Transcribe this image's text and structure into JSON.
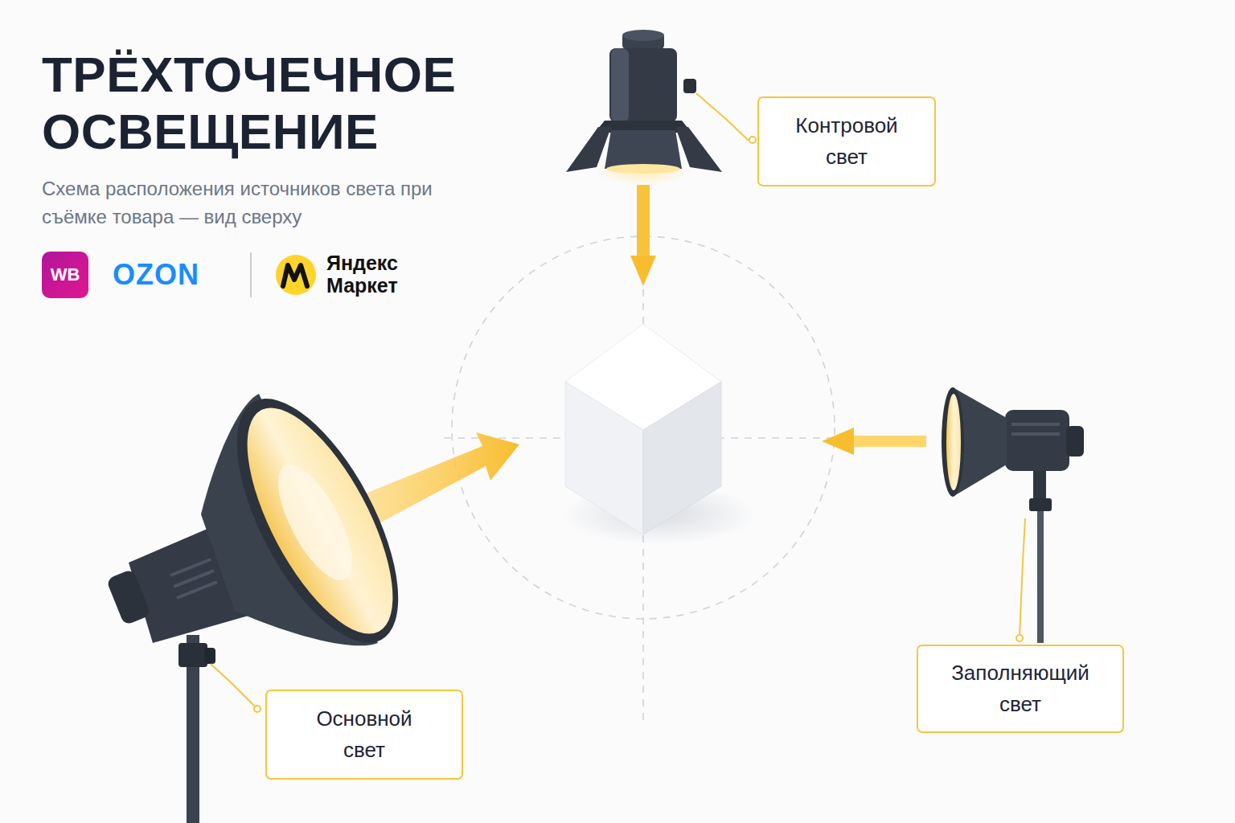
{
  "diagram": {
    "title": "ТРЁХТОЧЕЧНОЕ ОСВЕЩЕНИЕ",
    "caption": "Схема расположения источников света при съёмке товара — вид сверху",
    "nodes": [
      {
        "text": [
          "Контровой свет"
        ]
      },
      {
        "text": [
          "Заполняющий свет"
        ]
      },
      {
        "text": [
          "Основной свет"
        ]
      }
    ],
    "labels": [
      "WB",
      "OZON",
      "Яндекс Маркет"
    ]
  }
}
